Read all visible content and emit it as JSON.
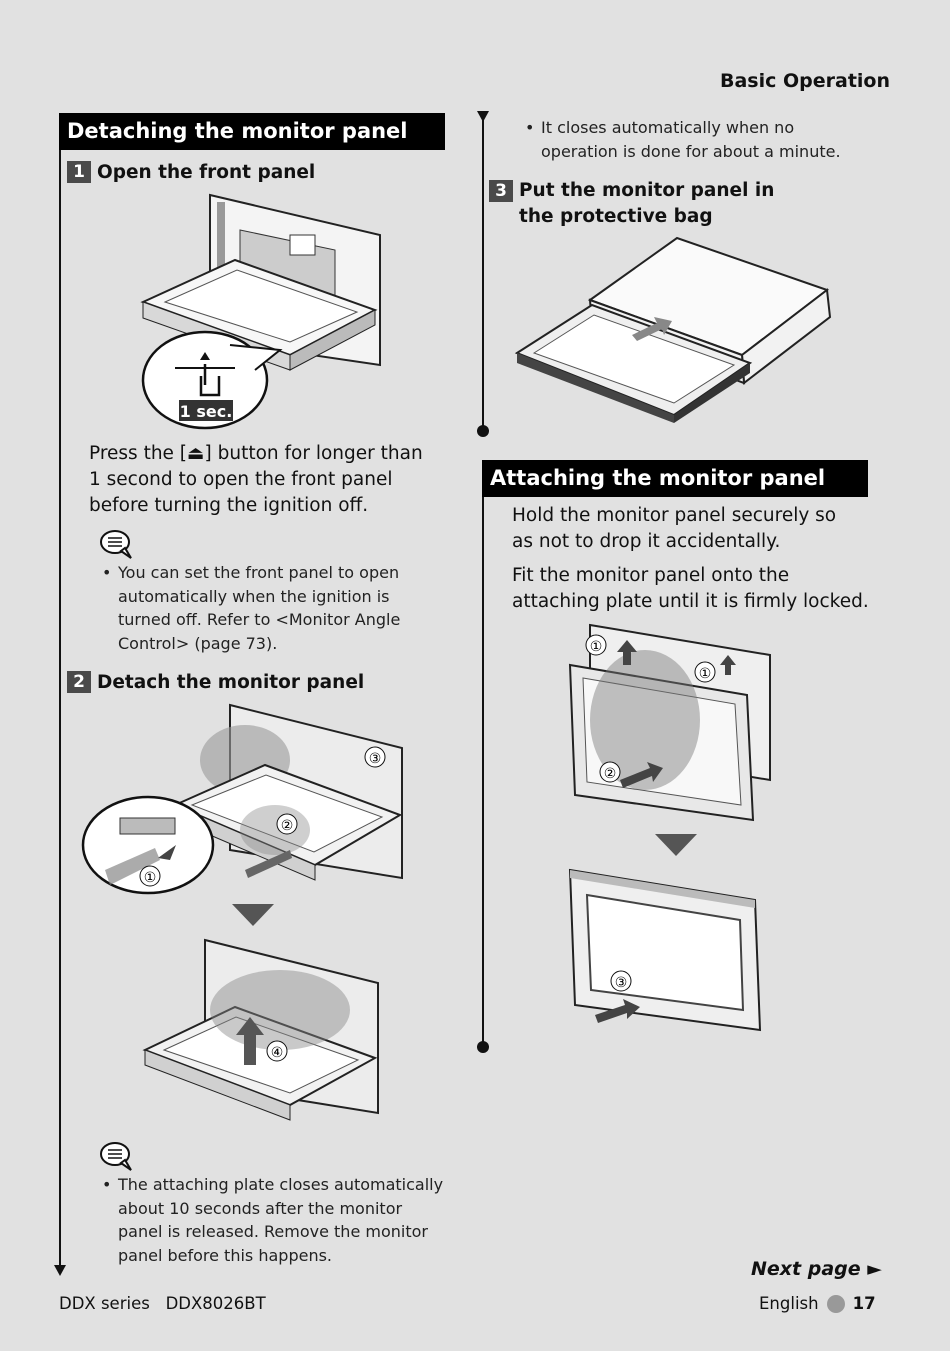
{
  "header": {
    "section": "Basic Operation"
  },
  "detaching": {
    "title": "Detaching the monitor panel",
    "step1": {
      "num": "1",
      "label": "Open the front panel"
    },
    "callout_label": "1 sec.",
    "press_text_a": "Press the [",
    "press_text_b": "] button for longer than 1 second to open the front panel before turning the ignition off.",
    "note1": "You can set the front panel to open automatically when the ignition is turned off. Refer to <Monitor Angle Control> (page 73).",
    "step2": {
      "num": "2",
      "label": "Detach the monitor panel"
    },
    "note2": "The attaching plate closes automatically about 10 seconds after the monitor panel is released. Remove the monitor panel before this happens.",
    "markers": {
      "m1": "①",
      "m2": "②",
      "m3": "③",
      "m4": "④"
    }
  },
  "right_top": {
    "note": "It closes automatically when no operation is done for about a minute.",
    "step3": {
      "num": "3",
      "label": "Put the monitor panel in the protective bag"
    }
  },
  "attaching": {
    "title": "Attaching the monitor panel",
    "para1": "Hold the monitor panel securely so as not to drop it accidentally.",
    "para2": "Fit the monitor panel onto the attaching plate until it is firmly locked.",
    "markers": {
      "m1": "①",
      "m2": "②",
      "m3": "③"
    }
  },
  "footer": {
    "next_page": "Next page ►",
    "model_series": "DDX series",
    "model": "DDX8026BT",
    "language": "English",
    "page_number": "17"
  }
}
